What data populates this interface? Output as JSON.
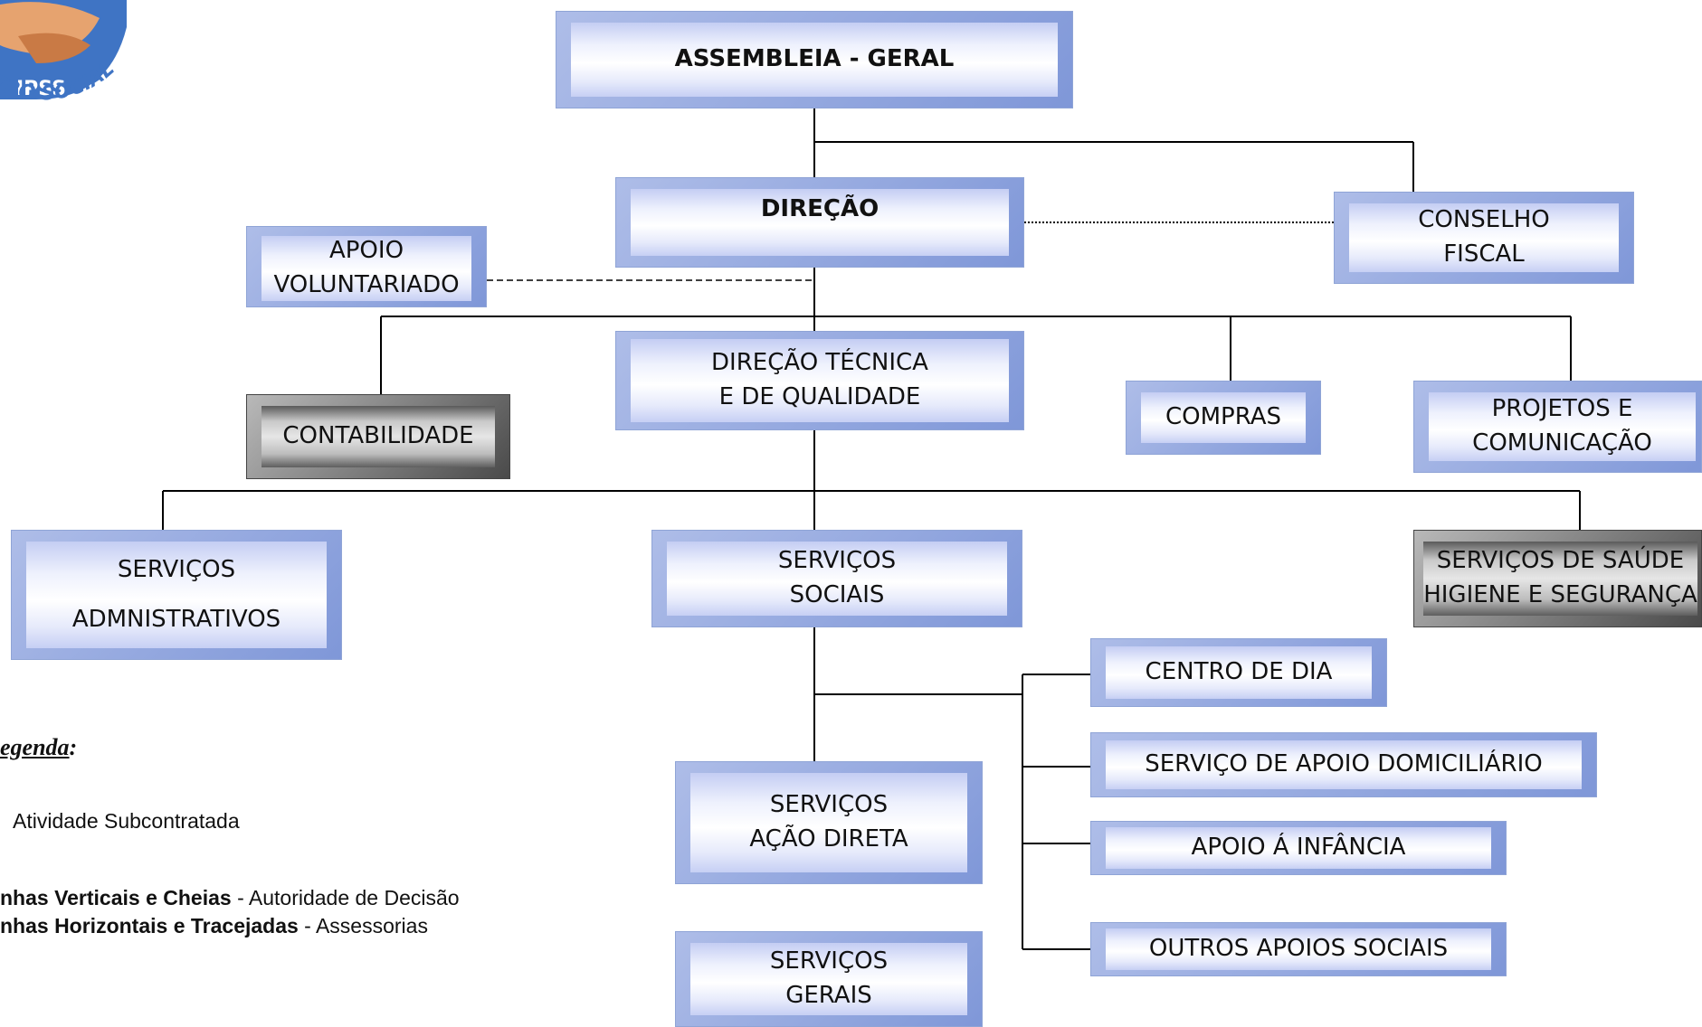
{
  "logo": {
    "text": "IPSS",
    "arc_text": "TRO SOCIAL"
  },
  "boxes": {
    "assembleia": [
      "ASSEMBLEIA - GERAL"
    ],
    "direcao": [
      "DIREÇÃO"
    ],
    "conselho": [
      "CONSELHO",
      "FISCAL"
    ],
    "apoio_vol": [
      "APOIO",
      "VOLUNTARIADO"
    ],
    "contabilidade": [
      "CONTABILIDADE"
    ],
    "direcao_tecnica": [
      "DIREÇÃO TÉCNICA",
      "E DE QUALIDADE"
    ],
    "compras": [
      "COMPRAS"
    ],
    "projetos": [
      "PROJETOS E",
      "COMUNICAÇÃO"
    ],
    "serv_admin": [
      "SERVIÇOS",
      "ADMNISTRATIVOS"
    ],
    "serv_sociais": [
      "SERVIÇOS",
      "SOCIAIS"
    ],
    "serv_saude": [
      "SERVIÇOS DE SAÚDE",
      "HIGIENE E SEGURANÇA"
    ],
    "centro_dia": [
      "CENTRO DE DIA"
    ],
    "apoio_dom": [
      "SERVIÇO DE APOIO DOMICILIÁRIO"
    ],
    "apoio_inf": [
      "APOIO Á INFÂNCIA"
    ],
    "outros": [
      "OUTROS APOIOS SOCIAIS"
    ],
    "acao_direta": [
      "SERVIÇOS",
      "AÇÃO DIRETA"
    ],
    "serv_gerais": [
      "SERVIÇOS",
      "GERAIS"
    ]
  },
  "legend": {
    "title": "egenda",
    "title_colon": ":",
    "subcontracted": "Atividade Subcontratada",
    "line1_bold": "nhas Verticais e Cheias",
    "line1_rest": " - Autoridade de Decisão",
    "line2_bold": "nhas Horizontais e Tracejadas",
    "line2_rest": " - Assessorias"
  },
  "colors": {
    "box_edge": "#7f97d8",
    "subcontracted": "#4a4a4a",
    "line": "#000000"
  }
}
